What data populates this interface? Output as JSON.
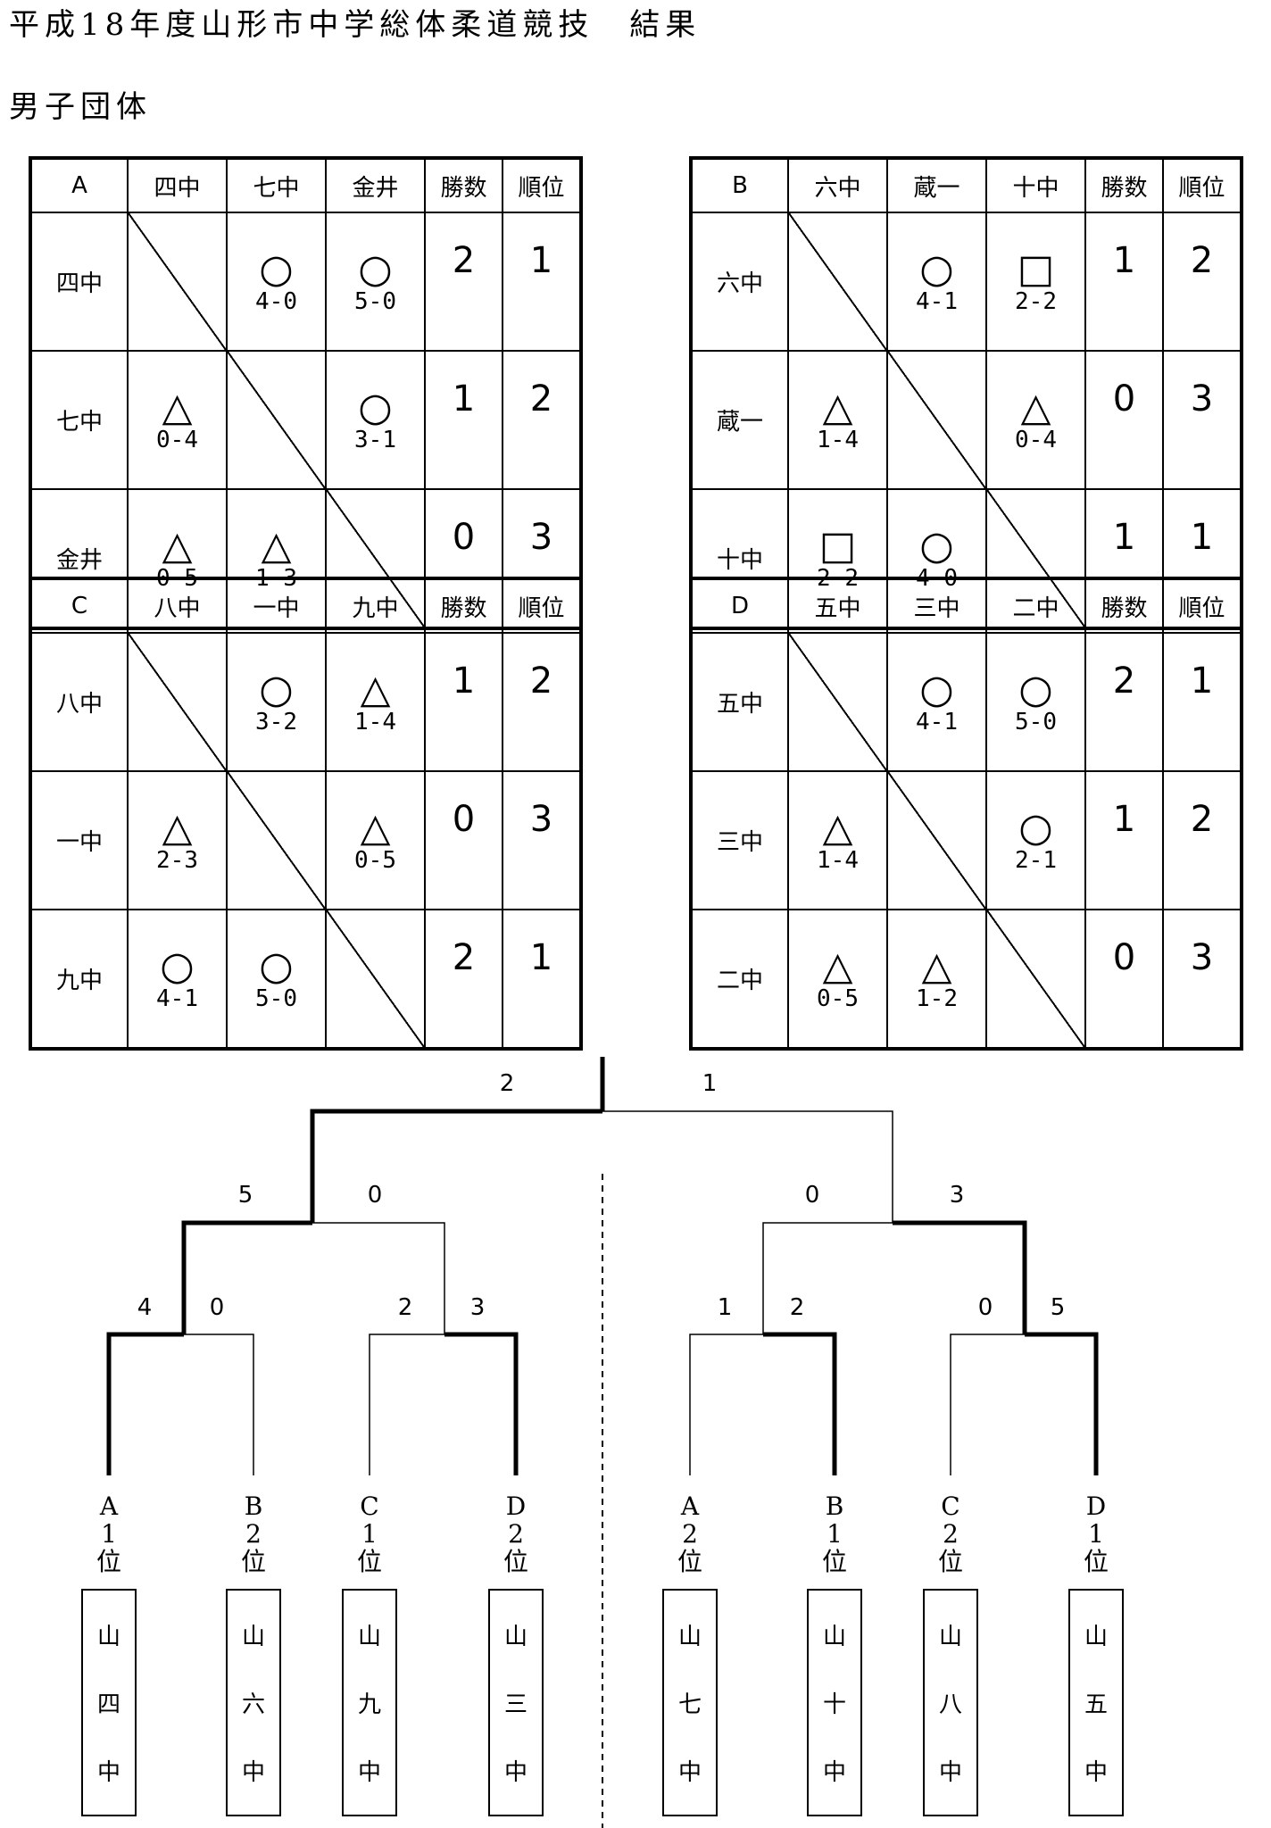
{
  "title": "平成18年度山形市中学総体柔道競技　結果",
  "subtitle": "男子団体",
  "header_labels": {
    "wins": "勝数",
    "rank": "順位"
  },
  "leagues": [
    {
      "group": "A",
      "teams": [
        "四中",
        "七中",
        "金井"
      ],
      "cells": [
        [
          null,
          {
            "sym": "○",
            "score": "4-0"
          },
          {
            "sym": "○",
            "score": "5-0"
          }
        ],
        [
          {
            "sym": "△",
            "score": "0-4"
          },
          null,
          {
            "sym": "○",
            "score": "3-1"
          }
        ],
        [
          {
            "sym": "△",
            "score": "0-5"
          },
          {
            "sym": "△",
            "score": "1-3"
          },
          null
        ]
      ],
      "wins": [
        "2",
        "1",
        "0"
      ],
      "ranks": [
        "1",
        "2",
        "3"
      ]
    },
    {
      "group": "B",
      "teams": [
        "六中",
        "蔵一",
        "十中"
      ],
      "cells": [
        [
          null,
          {
            "sym": "○",
            "score": "4-1"
          },
          {
            "sym": "□",
            "score": "2-2"
          }
        ],
        [
          {
            "sym": "△",
            "score": "1-4"
          },
          null,
          {
            "sym": "△",
            "score": "0-4"
          }
        ],
        [
          {
            "sym": "□",
            "score": "2-2"
          },
          {
            "sym": "○",
            "score": "4-0"
          },
          null
        ]
      ],
      "wins": [
        "1",
        "0",
        "1"
      ],
      "ranks": [
        "2",
        "3",
        "1"
      ]
    },
    {
      "group": "C",
      "teams": [
        "八中",
        "一中",
        "九中"
      ],
      "cells": [
        [
          null,
          {
            "sym": "○",
            "score": "3-2"
          },
          {
            "sym": "△",
            "score": "1-4"
          }
        ],
        [
          {
            "sym": "△",
            "score": "2-3"
          },
          null,
          {
            "sym": "△",
            "score": "0-5"
          }
        ],
        [
          {
            "sym": "○",
            "score": "4-1"
          },
          {
            "sym": "○",
            "score": "5-0"
          },
          null
        ]
      ],
      "wins": [
        "1",
        "0",
        "2"
      ],
      "ranks": [
        "2",
        "3",
        "1"
      ]
    },
    {
      "group": "D",
      "teams": [
        "五中",
        "三中",
        "二中"
      ],
      "cells": [
        [
          null,
          {
            "sym": "○",
            "score": "4-1"
          },
          {
            "sym": "○",
            "score": "5-0"
          }
        ],
        [
          {
            "sym": "△",
            "score": "1-4"
          },
          null,
          {
            "sym": "○",
            "score": "2-1"
          }
        ],
        [
          {
            "sym": "△",
            "score": "0-5"
          },
          {
            "sym": "△",
            "score": "1-2"
          },
          null
        ]
      ],
      "wins": [
        "2",
        "1",
        "0"
      ],
      "ranks": [
        "1",
        "2",
        "3"
      ]
    }
  ],
  "bracket": {
    "entries": [
      {
        "group": "A",
        "rank": "1",
        "unit": "位",
        "school": [
          "山",
          "四",
          "中"
        ]
      },
      {
        "group": "B",
        "rank": "2",
        "unit": "位",
        "school": [
          "山",
          "六",
          "中"
        ]
      },
      {
        "group": "C",
        "rank": "1",
        "unit": "位",
        "school": [
          "山",
          "九",
          "中"
        ]
      },
      {
        "group": "D",
        "rank": "2",
        "unit": "位",
        "school": [
          "山",
          "三",
          "中"
        ]
      },
      {
        "group": "A",
        "rank": "2",
        "unit": "位",
        "school": [
          "山",
          "七",
          "中"
        ]
      },
      {
        "group": "B",
        "rank": "1",
        "unit": "位",
        "school": [
          "山",
          "十",
          "中"
        ]
      },
      {
        "group": "C",
        "rank": "2",
        "unit": "位",
        "school": [
          "山",
          "八",
          "中"
        ]
      },
      {
        "group": "D",
        "rank": "1",
        "unit": "位",
        "school": [
          "山",
          "五",
          "中"
        ]
      }
    ],
    "round1_scores": [
      "4",
      "0",
      "2",
      "3",
      "1",
      "2",
      "0",
      "5"
    ],
    "semi_scores": [
      "5",
      "0",
      "0",
      "3"
    ],
    "final_scores": [
      "2",
      "1"
    ]
  }
}
